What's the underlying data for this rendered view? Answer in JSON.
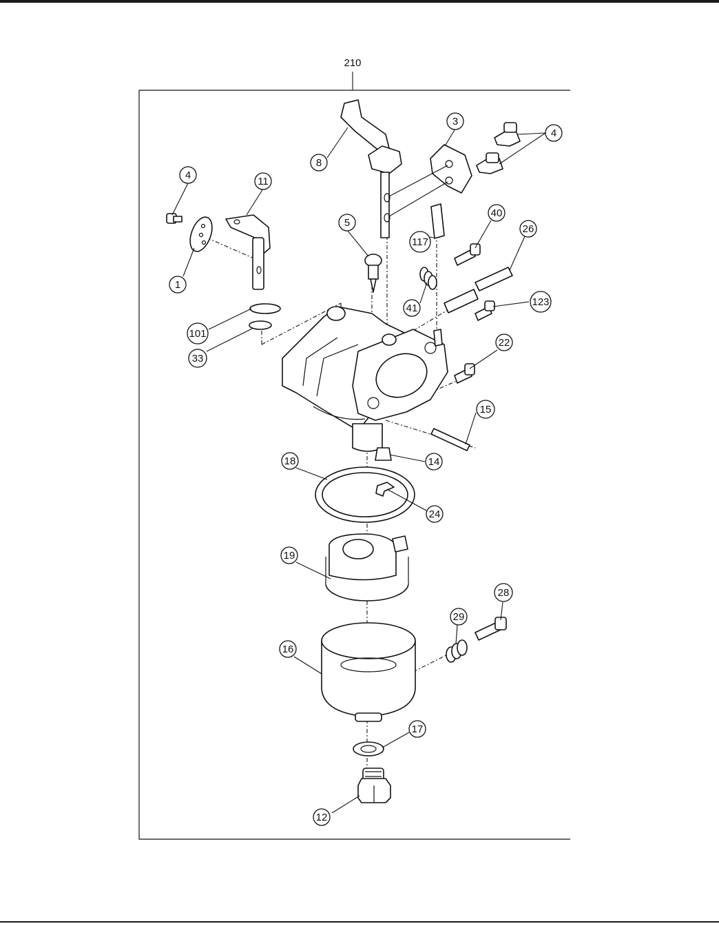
{
  "assembly": {
    "number": "210"
  },
  "callouts": [
    {
      "id": "8",
      "text": "8"
    },
    {
      "id": "3",
      "text": "3"
    },
    {
      "id": "4a",
      "text": "4"
    },
    {
      "id": "4b",
      "text": "4"
    },
    {
      "id": "11",
      "text": "11"
    },
    {
      "id": "5",
      "text": "5"
    },
    {
      "id": "117",
      "text": "117"
    },
    {
      "id": "40",
      "text": "40"
    },
    {
      "id": "26",
      "text": "26"
    },
    {
      "id": "1",
      "text": "1"
    },
    {
      "id": "41",
      "text": "41"
    },
    {
      "id": "123",
      "text": "123"
    },
    {
      "id": "101",
      "text": "101"
    },
    {
      "id": "33",
      "text": "33"
    },
    {
      "id": "22",
      "text": "22"
    },
    {
      "id": "15",
      "text": "15"
    },
    {
      "id": "14",
      "text": "14"
    },
    {
      "id": "18",
      "text": "18"
    },
    {
      "id": "24",
      "text": "24"
    },
    {
      "id": "19",
      "text": "19"
    },
    {
      "id": "28",
      "text": "28"
    },
    {
      "id": "29",
      "text": "29"
    },
    {
      "id": "16",
      "text": "16"
    },
    {
      "id": "17",
      "text": "17"
    },
    {
      "id": "12",
      "text": "12"
    }
  ]
}
